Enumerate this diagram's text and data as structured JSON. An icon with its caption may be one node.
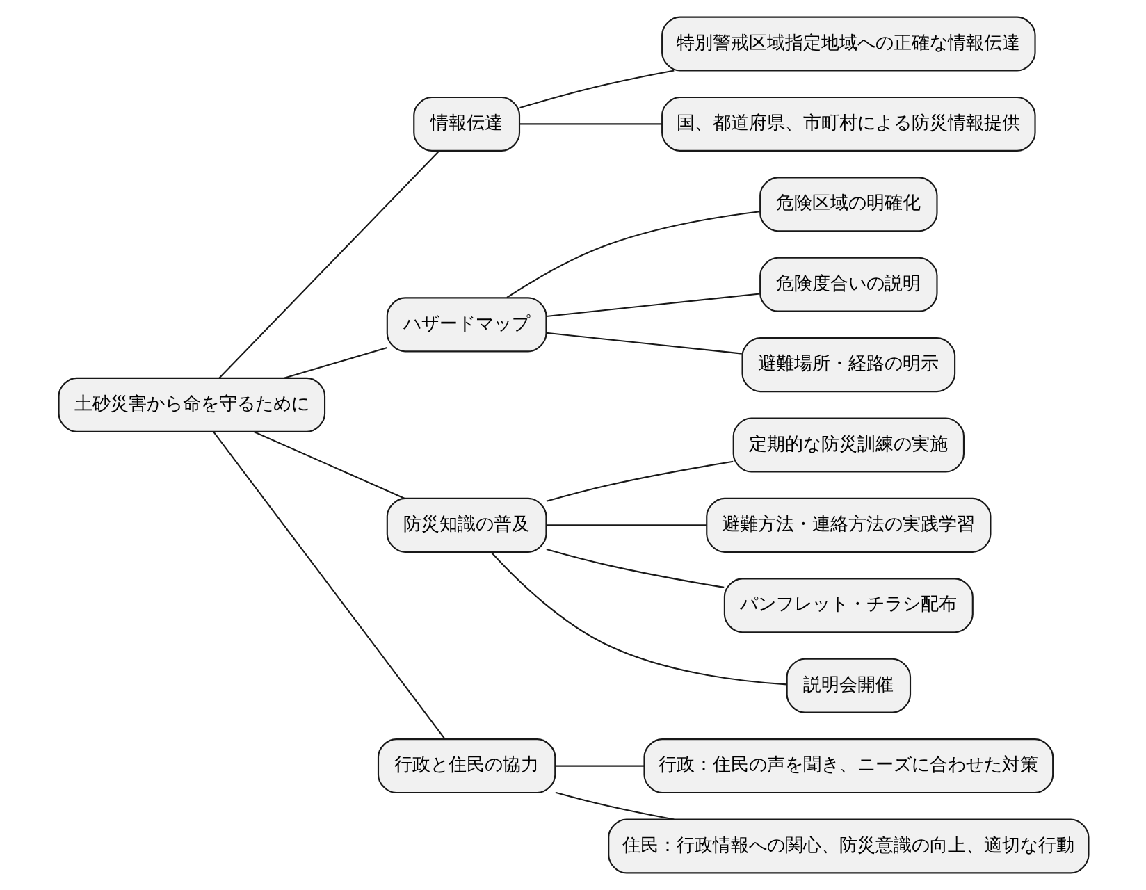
{
  "diagram": {
    "nodes": [
      {
        "text": [
          "土砂災害から命を守るために"
        ]
      },
      {
        "text": [
          "情報伝達"
        ]
      },
      {
        "text": [
          "特別警戒区域指定地域への正確な情報伝達"
        ]
      },
      {
        "text": [
          "国、都道府県、市町村による防災情報提供"
        ]
      },
      {
        "text": [
          "ハザードマップ"
        ]
      },
      {
        "text": [
          "危険区域の明確化"
        ]
      },
      {
        "text": [
          "危険度合いの説明"
        ]
      },
      {
        "text": [
          "避難場所・経路の明示"
        ]
      },
      {
        "text": [
          "防災知識の普及"
        ]
      },
      {
        "text": [
          "定期的な防災訓練の実施"
        ]
      },
      {
        "text": [
          "避難方法・連絡方法の実践学習"
        ]
      },
      {
        "text": [
          "パンフレット・チラシ配布"
        ]
      },
      {
        "text": [
          "説明会開催"
        ]
      },
      {
        "text": [
          "行政と住民の協力"
        ]
      },
      {
        "text": [
          "行政：住民の声を聞き、ニーズに合わせた対策"
        ]
      },
      {
        "text": [
          "住民：行政情報への関心、防災意識の向上、適切な行動"
        ]
      }
    ],
    "edges": [
      {
        "from": 0,
        "to": 1,
        "arrow": "none"
      },
      {
        "from": 1,
        "to": 2,
        "arrow": "none"
      },
      {
        "from": 1,
        "to": 3,
        "arrow": "none"
      },
      {
        "from": 0,
        "to": 4,
        "arrow": "none"
      },
      {
        "from": 4,
        "to": 5,
        "arrow": "none"
      },
      {
        "from": 4,
        "to": 6,
        "arrow": "none"
      },
      {
        "from": 4,
        "to": 7,
        "arrow": "none"
      },
      {
        "from": 0,
        "to": 8,
        "arrow": "none"
      },
      {
        "from": 8,
        "to": 9,
        "arrow": "none"
      },
      {
        "from": 8,
        "to": 10,
        "arrow": "none"
      },
      {
        "from": 8,
        "to": 11,
        "arrow": "none"
      },
      {
        "from": 8,
        "to": 12,
        "arrow": "none"
      },
      {
        "from": 0,
        "to": 13,
        "arrow": "none"
      },
      {
        "from": 13,
        "to": 14,
        "arrow": "none"
      },
      {
        "from": 13,
        "to": 15,
        "arrow": "none"
      }
    ]
  }
}
